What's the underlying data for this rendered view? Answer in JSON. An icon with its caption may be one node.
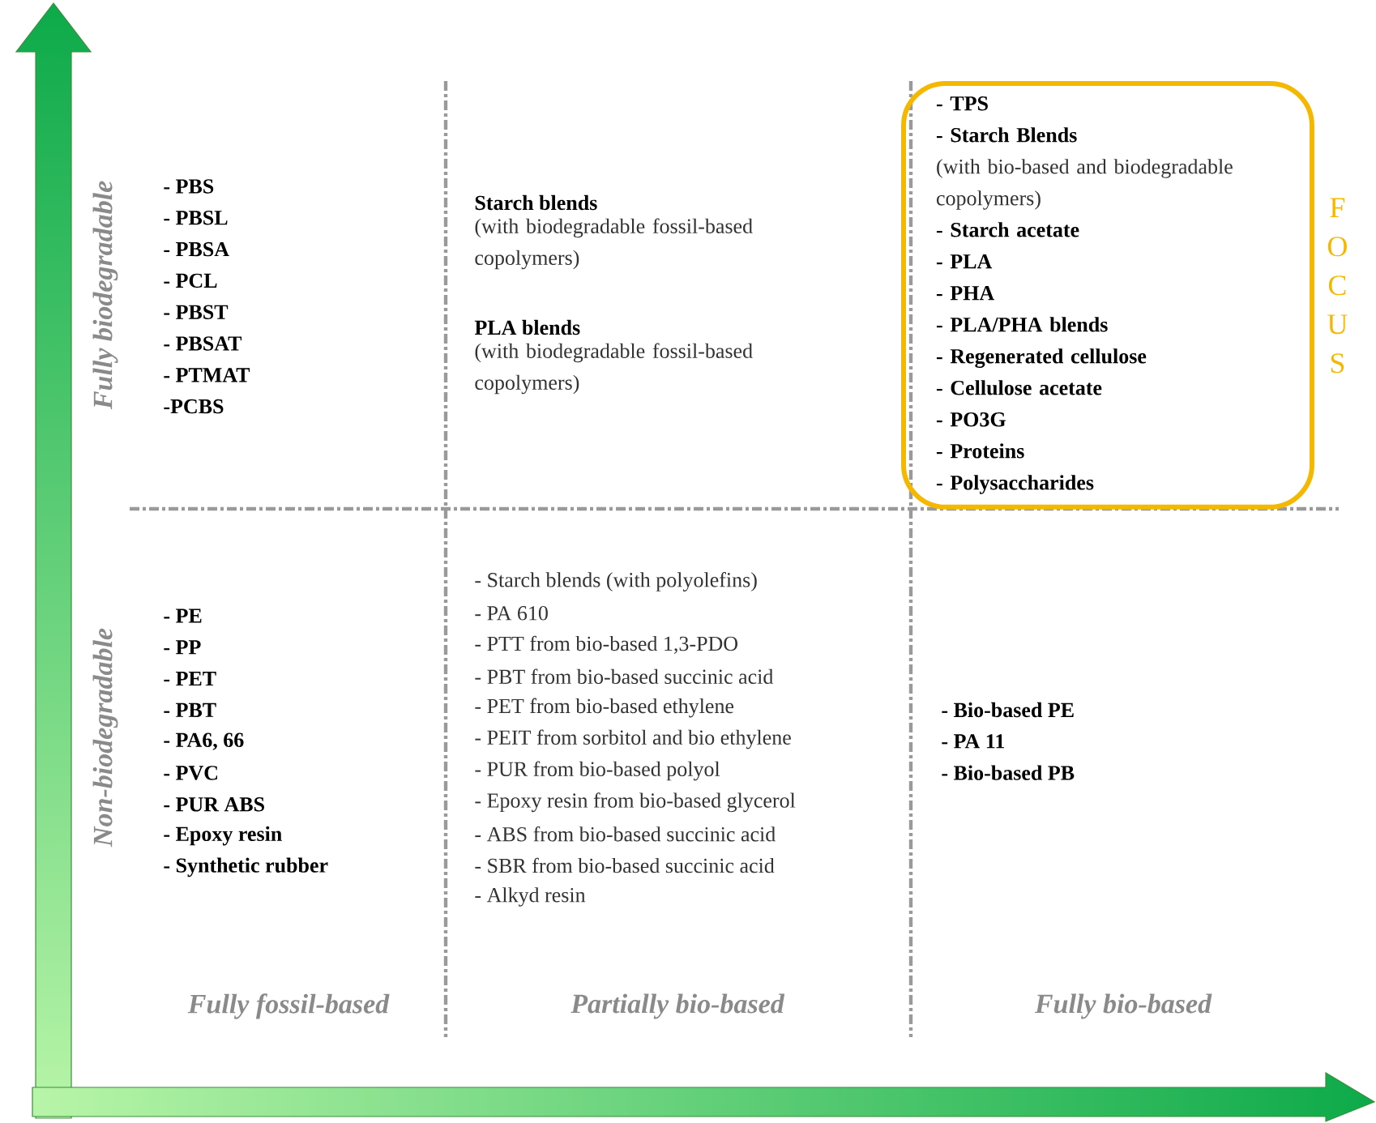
{
  "diagram": {
    "nodes": [
      {
        "text": [
          "- TPS",
          "- Starch Blends",
          "(with bio-based and biodegradable copolymers)",
          "- Starch acetate",
          "- PLA",
          "- PHA",
          "- PLA/PHA blends",
          "- Regenerated cellulose",
          "- Cellulose acetate",
          "- PO3G",
          "- Proteins",
          "- Polysaccharides"
        ],
        "beside": [
          "FOCUS"
        ]
      }
    ],
    "labels": [
      "Fully biodegradable",
      "- PBS",
      "- PBSL",
      "- PBSA",
      "- PCL",
      "- PBST",
      "- PBSAT",
      "- PTMAT",
      "-PCBS",
      "Starch blends",
      "(with biodegradable fossil-based copolymers)",
      "PLA blends",
      "(with biodegradable fossil-based copolymers)",
      "Non-biodegradable",
      "- PE",
      "- PP",
      "- PET",
      "- PBT",
      "- PA6, 66",
      "- PVC",
      "- PUR ABS",
      "- Epoxy resin",
      "- Synthetic rubber",
      "- Starch blends (with polyolefins)",
      "- PA 610",
      "- PTT from bio-based 1,3-PDO",
      "- PBT from bio-based succinic acid",
      "- PET from bio-based ethylene",
      "- PEIT from sorbitol and bio ethylene",
      "- PUR from bio-based polyol",
      "- Epoxy resin from bio-based glycerol",
      "- ABS from bio-based succinic acid",
      "- SBR from bio-based succinic acid",
      "- Alkyd resin",
      "- Bio-based PE",
      "- PA 11",
      "- Bio-based PB",
      "Fully fossil-based",
      "Partially bio-based",
      "Fully bio-based"
    ]
  }
}
